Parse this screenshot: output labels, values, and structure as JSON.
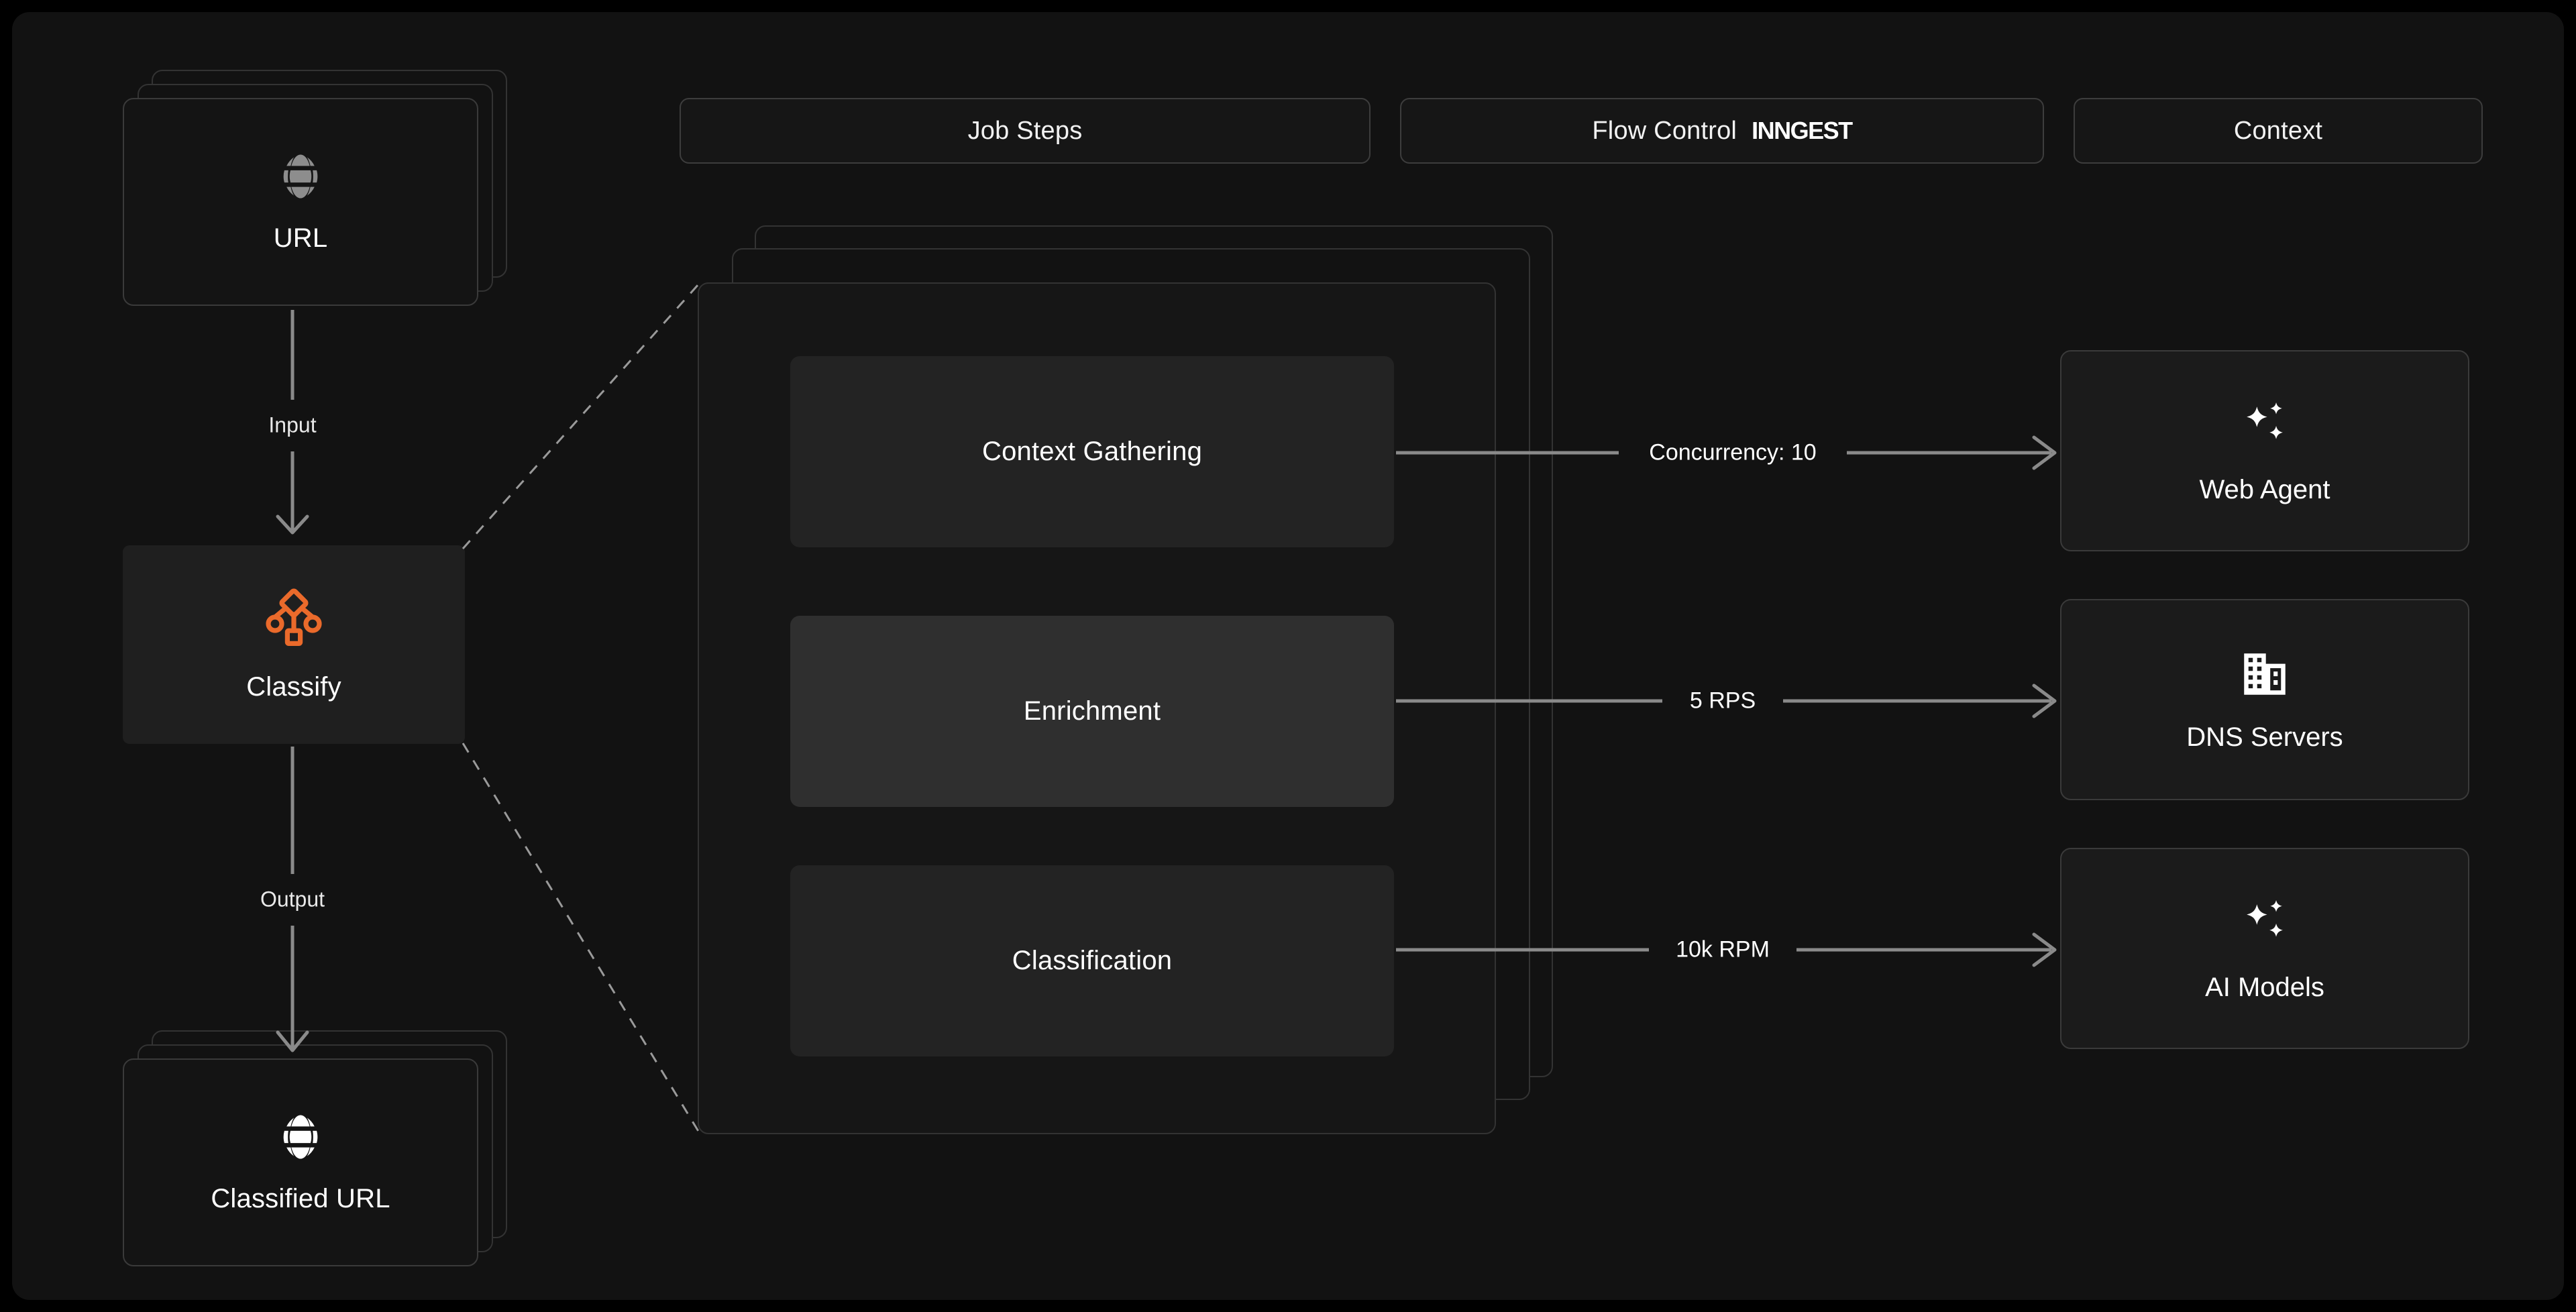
{
  "theme": {
    "background": "#000000",
    "canvas": "#121212",
    "card": "#141414",
    "card_border": "#3a3a3a",
    "step": "#232323",
    "step_accent": "#2f2f2f",
    "accent_orange": "#ea6a2b",
    "text": "#ffffff",
    "wire": "#8a8a8a"
  },
  "header": {
    "tabs": [
      {
        "label": "Job Steps",
        "brand": ""
      },
      {
        "label": "Flow Control",
        "brand": "INNGEST"
      },
      {
        "label": "Context",
        "brand": ""
      }
    ]
  },
  "pipeline": {
    "input_node": {
      "label": "URL",
      "icon": "globe-icon",
      "stacked": true
    },
    "input_edge_label": "Input",
    "process_node": {
      "label": "Classify",
      "icon": "classify-workflow-icon"
    },
    "output_edge_label": "Output",
    "output_node": {
      "label": "Classified URL",
      "icon": "globe-icon",
      "stacked": true
    }
  },
  "job_steps": {
    "stacked": true,
    "steps": [
      {
        "label": "Context Gathering",
        "highlighted": false
      },
      {
        "label": "Enrichment",
        "highlighted": true
      },
      {
        "label": "Classification",
        "highlighted": false
      }
    ]
  },
  "flow_control": {
    "edges": [
      {
        "label": "Concurrency: 10"
      },
      {
        "label": "5 RPS"
      },
      {
        "label": "10k RPM"
      }
    ]
  },
  "context": {
    "cards": [
      {
        "label": "Web Agent",
        "icon": "sparkles-icon"
      },
      {
        "label": "DNS Servers",
        "icon": "building-icon"
      },
      {
        "label": "AI Models",
        "icon": "sparkles-icon"
      }
    ]
  }
}
